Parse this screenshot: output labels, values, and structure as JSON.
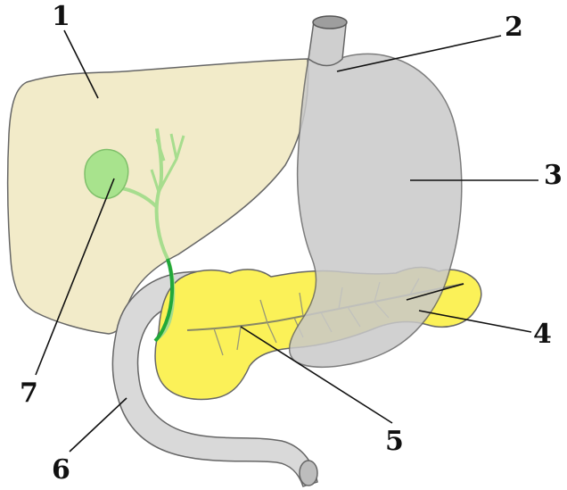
{
  "labels": {
    "l1": "1",
    "l2": "2",
    "l3": "3",
    "l4": "4",
    "l5": "5",
    "l6": "6",
    "l7": "7"
  },
  "colors": {
    "liver": "#f2ebc9",
    "stomach": "#cdcdcd",
    "pancreas": "#fbf158",
    "duodenum": "#d9d9d9",
    "gallbladder": "#a8e38d",
    "bile_duct": "#22a83a",
    "outline": "#555555",
    "leader": "#111111"
  },
  "icons": [
    "liver-shape",
    "stomach-shape",
    "pancreas-shape",
    "duodenum-shape",
    "gallbladder-shape",
    "bile-duct-shape",
    "esophagus-shape"
  ]
}
